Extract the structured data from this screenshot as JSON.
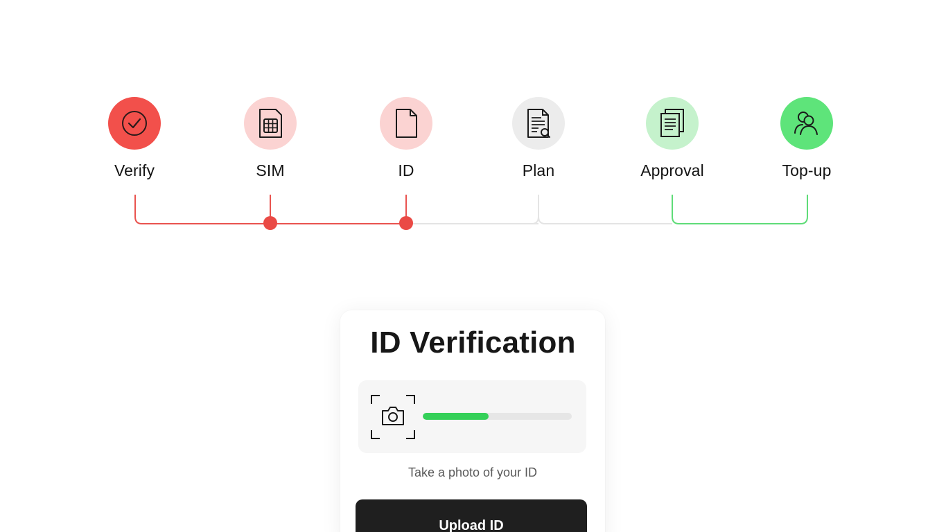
{
  "stepper": {
    "current_step": "ID",
    "steps": [
      {
        "label": "Verify",
        "icon": "check-circle-icon",
        "state": "complete",
        "fill": "#f2504b",
        "stroke": "#1a1a1a"
      },
      {
        "label": "SIM",
        "icon": "sim-card-icon",
        "state": "complete",
        "fill": "#fbd3d2",
        "stroke": "#1a1a1a"
      },
      {
        "label": "ID",
        "icon": "document-icon",
        "state": "current",
        "fill": "#fbd3d2",
        "stroke": "#1a1a1a"
      },
      {
        "label": "Plan",
        "icon": "document-search-icon",
        "state": "pending",
        "fill": "#ececec",
        "stroke": "#1a1a1a"
      },
      {
        "label": "Approval",
        "icon": "documents-icon",
        "state": "pending",
        "fill": "#c5f2cc",
        "stroke": "#1a1a1a"
      },
      {
        "label": "Top-up",
        "icon": "users-icon",
        "state": "pending",
        "fill": "#5ee47a",
        "stroke": "#1a1a1a"
      }
    ],
    "colors": {
      "red": "#e9534f",
      "gray": "#e4e4e4",
      "green": "#5fdc78"
    }
  },
  "card": {
    "title": "ID Verification",
    "capture_icon": "camera-icon",
    "progress_percent": 44,
    "progress_color": "#34d058",
    "hint": "Take a photo of your ID",
    "upload_label": "Upload ID"
  }
}
